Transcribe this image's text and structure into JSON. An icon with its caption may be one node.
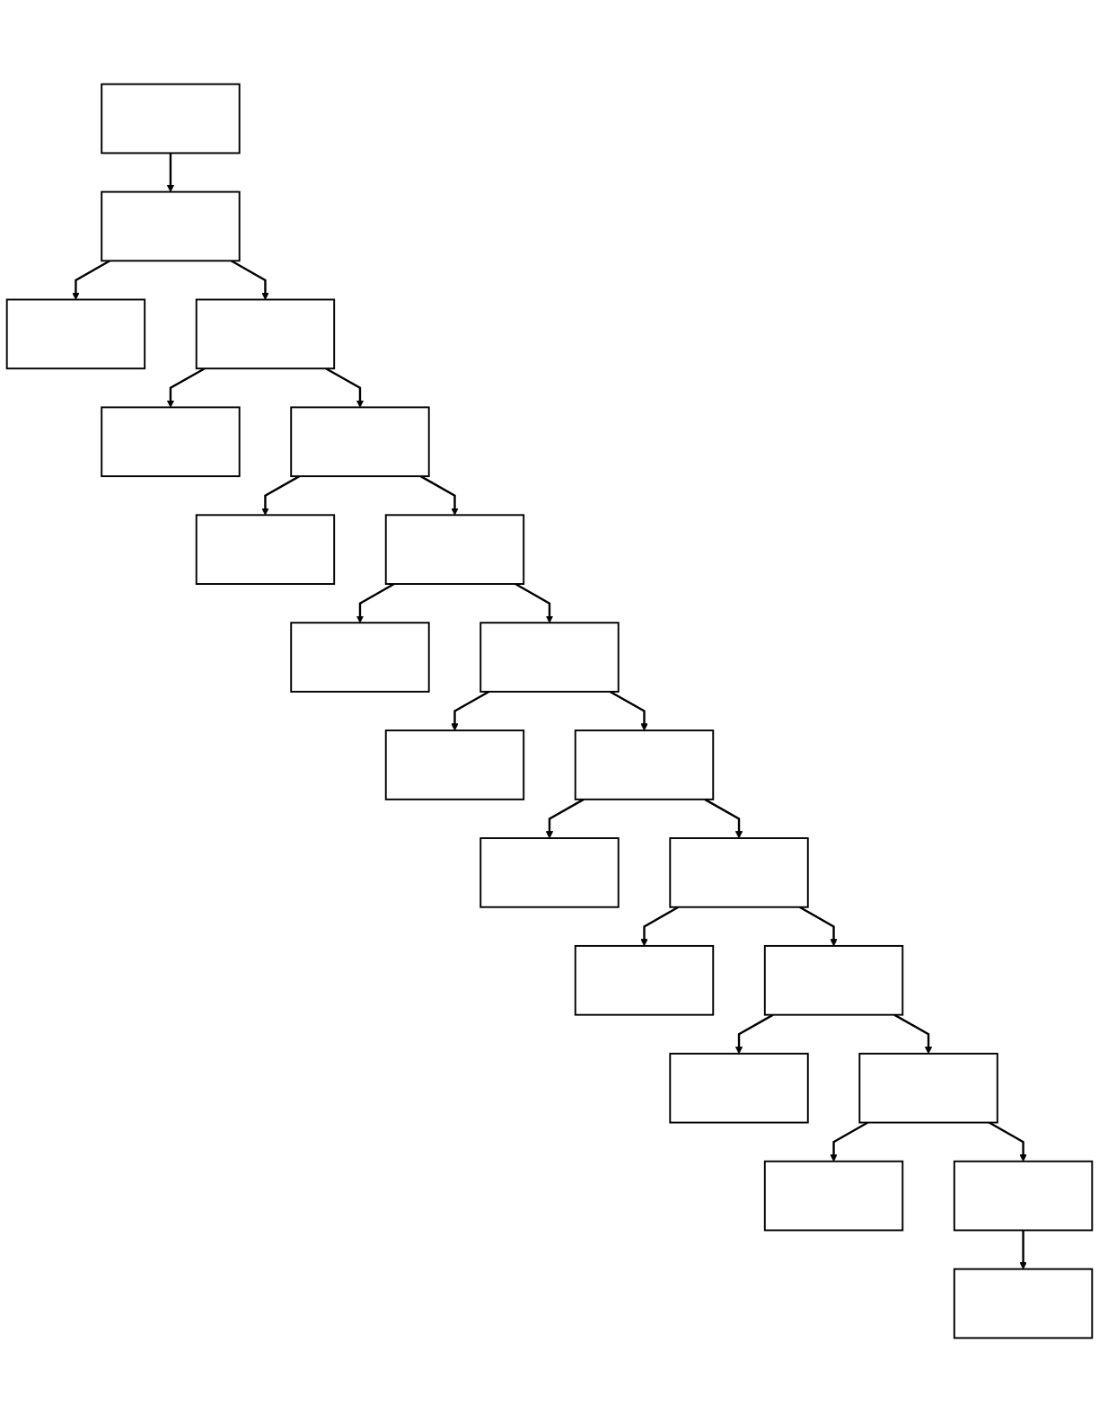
{
  "diagram": {
    "nodes": [
      {
        "text": [],
        "shape": "box"
      },
      {
        "text": [],
        "shape": "box"
      },
      {
        "text": [],
        "shape": "box"
      },
      {
        "text": [],
        "shape": "box"
      },
      {
        "text": [],
        "shape": "box"
      },
      {
        "text": [],
        "shape": "box"
      },
      {
        "text": [],
        "shape": "box"
      },
      {
        "text": [],
        "shape": "box"
      },
      {
        "text": [],
        "shape": "box"
      },
      {
        "text": [],
        "shape": "box"
      },
      {
        "text": [],
        "shape": "box"
      },
      {
        "text": [],
        "shape": "box"
      },
      {
        "text": [],
        "shape": "box"
      },
      {
        "text": [],
        "shape": "box"
      },
      {
        "text": [],
        "shape": "box"
      },
      {
        "text": [],
        "shape": "box"
      },
      {
        "text": [],
        "shape": "box"
      },
      {
        "text": [],
        "shape": "box"
      },
      {
        "text": [],
        "shape": "box"
      },
      {
        "text": [],
        "shape": "box"
      },
      {
        "text": [],
        "shape": "box"
      }
    ],
    "edges": [
      {
        "from": 0,
        "to": 1,
        "arrow": "to"
      },
      {
        "from": 1,
        "to": 2,
        "arrow": "to"
      },
      {
        "from": 1,
        "to": 3,
        "arrow": "to"
      },
      {
        "from": 3,
        "to": 4,
        "arrow": "to"
      },
      {
        "from": 3,
        "to": 5,
        "arrow": "to"
      },
      {
        "from": 5,
        "to": 6,
        "arrow": "to"
      },
      {
        "from": 5,
        "to": 7,
        "arrow": "to"
      },
      {
        "from": 7,
        "to": 8,
        "arrow": "to"
      },
      {
        "from": 7,
        "to": 9,
        "arrow": "to"
      },
      {
        "from": 9,
        "to": 10,
        "arrow": "to"
      },
      {
        "from": 9,
        "to": 11,
        "arrow": "to"
      },
      {
        "from": 11,
        "to": 12,
        "arrow": "to"
      },
      {
        "from": 11,
        "to": 13,
        "arrow": "to"
      },
      {
        "from": 13,
        "to": 14,
        "arrow": "to"
      },
      {
        "from": 13,
        "to": 15,
        "arrow": "to"
      },
      {
        "from": 15,
        "to": 16,
        "arrow": "to"
      },
      {
        "from": 15,
        "to": 17,
        "arrow": "to"
      },
      {
        "from": 17,
        "to": 18,
        "arrow": "to"
      },
      {
        "from": 17,
        "to": 19,
        "arrow": "to"
      },
      {
        "from": 19,
        "to": 20,
        "arrow": "to"
      }
    ]
  }
}
